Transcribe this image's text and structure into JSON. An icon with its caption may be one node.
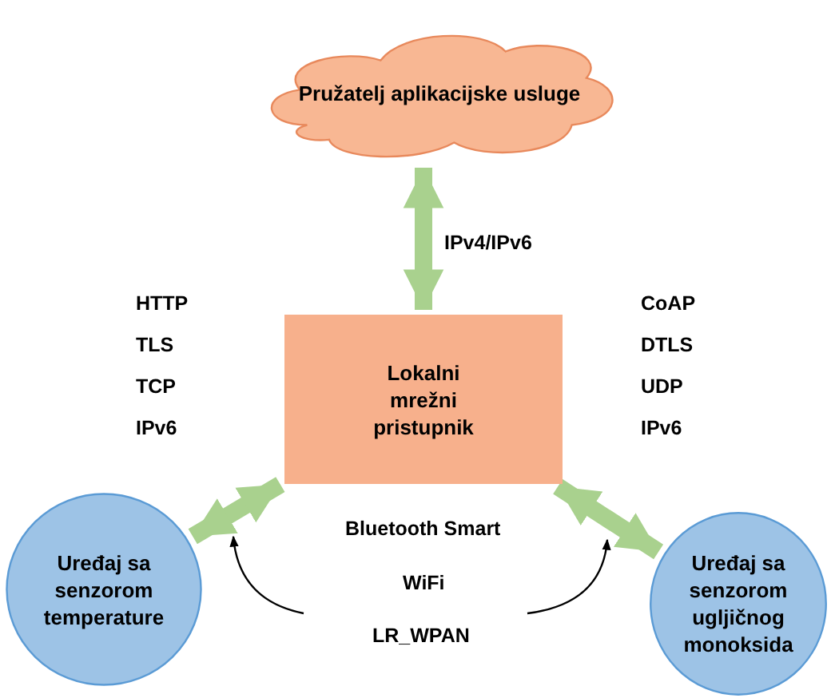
{
  "diagram": {
    "nodes": [
      {
        "text": [
          "Pružatelj aplikacijske usluge"
        ]
      },
      {
        "text": [
          "Lokalni mrežni pristupnik"
        ]
      },
      {
        "text": [
          "Uređaj sa senzorom temperature"
        ]
      },
      {
        "text": [
          "Uređaj sa senzorom ugljičnog monoksida"
        ]
      }
    ],
    "edges": [
      {
        "from": 0,
        "to": 1,
        "arrow": "both",
        "label": "IPv4/IPv6"
      },
      {
        "from": 2,
        "to": 1,
        "arrow": "both"
      },
      {
        "from": 1,
        "to": 3,
        "arrow": "both"
      }
    ],
    "labels": [
      "HTTP",
      "TLS",
      "TCP",
      "IPv6",
      "CoAP",
      "DTLS",
      "UDP",
      "IPv6",
      "Bluetooth Smart",
      "WiFi",
      "LR_WPAN"
    ]
  }
}
